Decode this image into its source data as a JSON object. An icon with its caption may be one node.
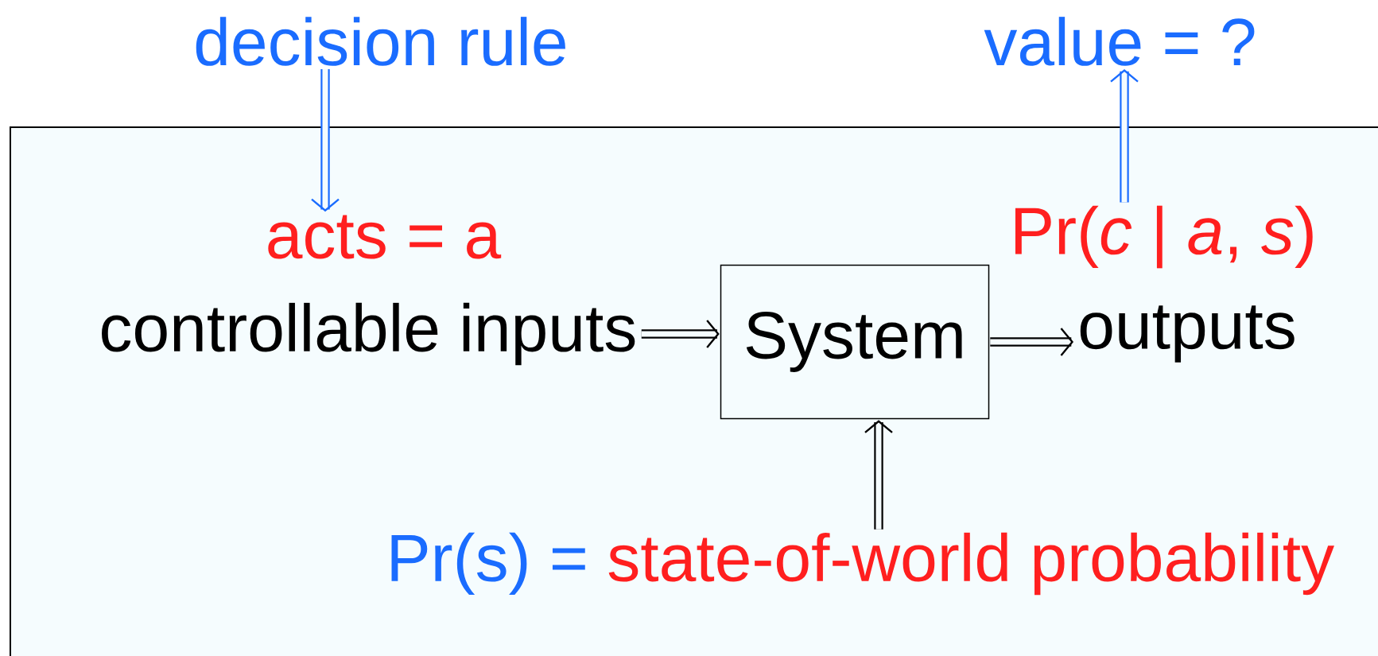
{
  "diagram": {
    "nodes": [
      {
        "text": [],
        "shape": "box"
      },
      {
        "text": [
          "decision rule"
        ]
      },
      {
        "text": [
          "value = ?"
        ]
      },
      {
        "text": [
          "acts = a"
        ],
        "in": 0
      },
      {
        "text": [
          "Pr(*c* | *a*, *s*)"
        ],
        "in": 0
      },
      {
        "text": [
          "controllable inputs"
        ],
        "in": 0
      },
      {
        "text": [
          "System"
        ],
        "in": 0
      },
      {
        "text": [
          "outputs"
        ],
        "in": 0
      },
      {
        "text": [
          "Pr(s) =",
          "state-of-world probability"
        ],
        "in": 0
      }
    ],
    "edges": [
      {
        "from": 1,
        "to": 3,
        "arrow": "to",
        "color": "#1a6cff"
      },
      {
        "from": 5,
        "to": 6,
        "arrow": "to"
      },
      {
        "from": 6,
        "to": 7,
        "arrow": "to"
      },
      {
        "from": 4,
        "to": 2,
        "arrow": "to",
        "color": "#1a6cff"
      },
      {
        "from": 8,
        "to": 6,
        "arrow": "to"
      }
    ]
  }
}
